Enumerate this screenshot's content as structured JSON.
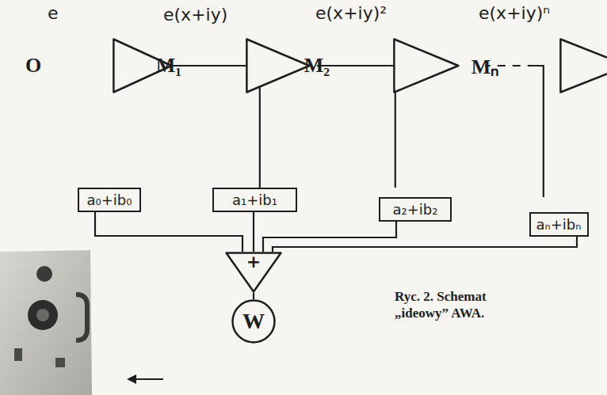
{
  "diagram": {
    "caption": "Ryc. 2. Schemat „ideowy” AWA.",
    "nodes": [
      {
        "text": [
          "O"
        ]
      },
      {
        "text": [
          "M₁"
        ]
      },
      {
        "text": [
          "M₂"
        ]
      },
      {
        "text": [
          "Mₙ"
        ]
      },
      {
        "text": [
          "a₀+ib₀"
        ]
      },
      {
        "text": [
          "a₁+ib₁"
        ]
      },
      {
        "text": [
          "a₂+ib₂"
        ]
      },
      {
        "text": [
          "aₙ+ibₙ"
        ]
      },
      {
        "text": [
          "+"
        ]
      },
      {
        "text": [
          "W"
        ]
      }
    ],
    "edges": [
      {
        "from": 0,
        "to": 1,
        "arrow": "none"
      },
      {
        "from": 1,
        "to": 2,
        "arrow": "none"
      },
      {
        "from": 2,
        "to": 3,
        "arrow": "none"
      },
      {
        "from": 0,
        "to": 4,
        "arrow": "none"
      },
      {
        "from": 1,
        "to": 5,
        "arrow": "none"
      },
      {
        "from": 2,
        "to": 6,
        "arrow": "none"
      },
      {
        "from": 3,
        "to": 7,
        "arrow": "none"
      },
      {
        "from": 4,
        "to": 8,
        "arrow": "none"
      },
      {
        "from": 5,
        "to": 8,
        "arrow": "none"
      },
      {
        "from": 6,
        "to": 8,
        "arrow": "none"
      },
      {
        "from": 7,
        "to": 8,
        "arrow": "none"
      },
      {
        "from": 8,
        "to": 9,
        "arrow": "none"
      }
    ],
    "labels": [
      "e",
      "e(x+iy)",
      "e(x+iy)²",
      "e(x+iy)ⁿ"
    ]
  }
}
